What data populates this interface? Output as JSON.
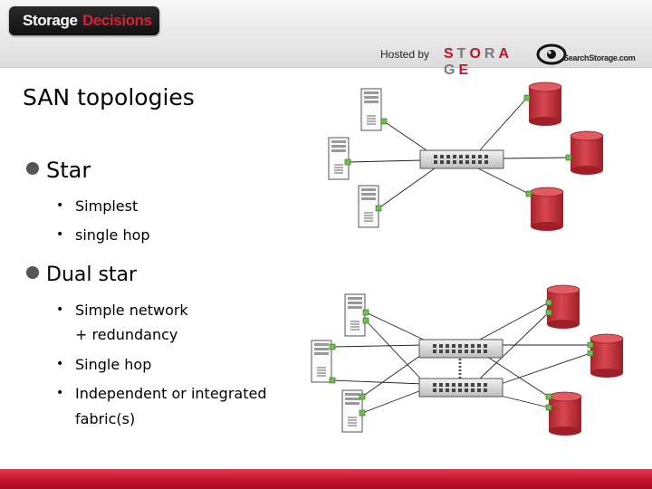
{
  "header": {
    "logo_part1": "Storage",
    "logo_part2": "Decisions",
    "hosted_by": "Hosted by",
    "brand_letters": [
      "S",
      "T",
      "O",
      "R",
      "A",
      "G",
      "E"
    ],
    "searchstorage": "SearchStorage.com"
  },
  "slide": {
    "title": "SAN topologies",
    "bullets": [
      {
        "label": "Star",
        "sub": [
          "Simplest",
          "single hop"
        ]
      },
      {
        "label": "Dual star",
        "sub": [
          "Simple network",
          "+ redundancy",
          "Single hop",
          "Independent or integrated",
          "fabric(s)"
        ]
      }
    ]
  },
  "colors": {
    "logo_red": "#d8203a",
    "brand_red": "#c1102a",
    "brand_gray": "#7a7a7a",
    "footer_red": "#c1102a",
    "disk_red": "#c8333c",
    "port_green": "#6fc04e"
  },
  "icons": [
    "server-icon",
    "switch-icon",
    "disk-icon",
    "eye-logo-icon"
  ]
}
